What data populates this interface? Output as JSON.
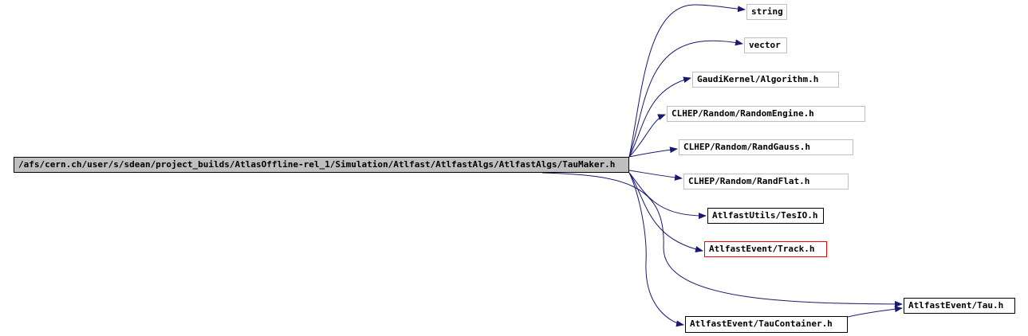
{
  "graph": {
    "edge_color": "#191970",
    "root": {
      "id": "root",
      "label": "/afs/cern.ch/user/s/sdean/project_builds/AtlasOffline-rel_1/Simulation/Atlfast/AtlfastAlgs/AtlfastAlgs/TauMaker.h"
    },
    "nodes": [
      {
        "id": "string",
        "label": "string",
        "status": "external"
      },
      {
        "id": "vector",
        "label": "vector",
        "status": "external"
      },
      {
        "id": "algorithm",
        "label": "GaudiKernel/Algorithm.h",
        "status": "external"
      },
      {
        "id": "randomengine",
        "label": "CLHEP/Random/RandomEngine.h",
        "status": "external"
      },
      {
        "id": "randgauss",
        "label": "CLHEP/Random/RandGauss.h",
        "status": "external"
      },
      {
        "id": "randflat",
        "label": "CLHEP/Random/RandFlat.h",
        "status": "external"
      },
      {
        "id": "tesio",
        "label": "AtlfastUtils/TesIO.h",
        "status": "documented"
      },
      {
        "id": "track",
        "label": "AtlfastEvent/Track.h",
        "status": "highlighted"
      },
      {
        "id": "tau",
        "label": "AtlfastEvent/Tau.h",
        "status": "documented"
      },
      {
        "id": "taucontainer",
        "label": "AtlfastEvent/TauContainer.h",
        "status": "documented"
      }
    ],
    "edges": [
      {
        "from": "root",
        "to": "string"
      },
      {
        "from": "root",
        "to": "vector"
      },
      {
        "from": "root",
        "to": "algorithm"
      },
      {
        "from": "root",
        "to": "randomengine"
      },
      {
        "from": "root",
        "to": "randgauss"
      },
      {
        "from": "root",
        "to": "randflat"
      },
      {
        "from": "root",
        "to": "tesio"
      },
      {
        "from": "root",
        "to": "track"
      },
      {
        "from": "root",
        "to": "tau"
      },
      {
        "from": "root",
        "to": "taucontainer"
      },
      {
        "from": "taucontainer",
        "to": "tau"
      }
    ]
  }
}
